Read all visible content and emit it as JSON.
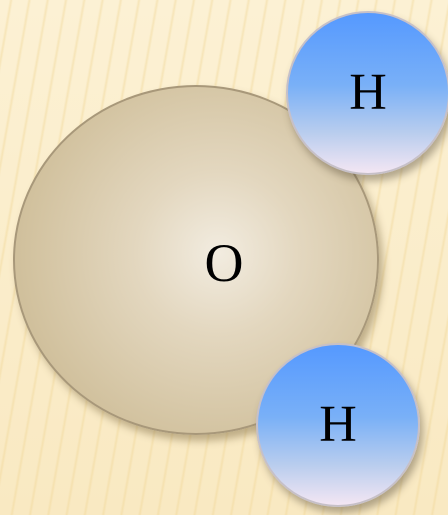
{
  "diagram": {
    "atoms": {
      "oxygen": {
        "symbol": "O"
      },
      "hydrogen_top": {
        "symbol": "H"
      },
      "hydrogen_bottom": {
        "symbol": "H"
      }
    }
  },
  "colors": {
    "background": "#fbeeca",
    "oxygen_fill": "#d9cba9",
    "oxygen_border": "#a8987a",
    "hydrogen_fill_top": "#5599ff",
    "hydrogen_fill_bottom": "#f3e6f3",
    "label": "#000000"
  }
}
